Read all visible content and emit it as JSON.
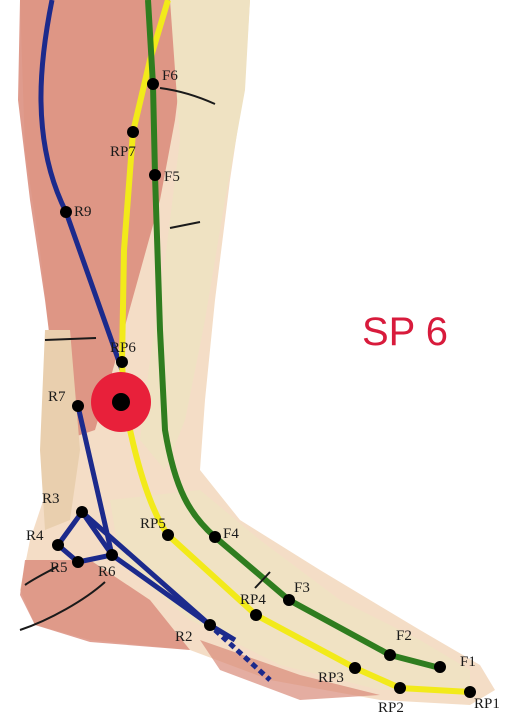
{
  "title": "SP 6",
  "colors": {
    "title": "#d81b3c",
    "meridian_blue": "#1c2a8c",
    "meridian_yellow": "#f2ea1a",
    "meridian_green": "#2f7d1f",
    "point": "#000000",
    "highlight": "#e8203a",
    "muscle": "#d98a79",
    "bone": "#efe2c2",
    "skin": "#f4ddc6"
  },
  "points": {
    "F6": "F6",
    "RP7": "RP7",
    "F5": "F5",
    "R9": "R9",
    "RP6": "RP6",
    "R7": "R7",
    "R3": "R3",
    "R4": "R4",
    "R5": "R5",
    "R6": "R6",
    "RP5": "RP5",
    "F4": "F4",
    "F3": "F3",
    "RP4": "RP4",
    "R2": "R2",
    "F2": "F2",
    "F1": "F1",
    "RP3": "RP3",
    "RP2": "RP2",
    "RP1": "RP1"
  }
}
